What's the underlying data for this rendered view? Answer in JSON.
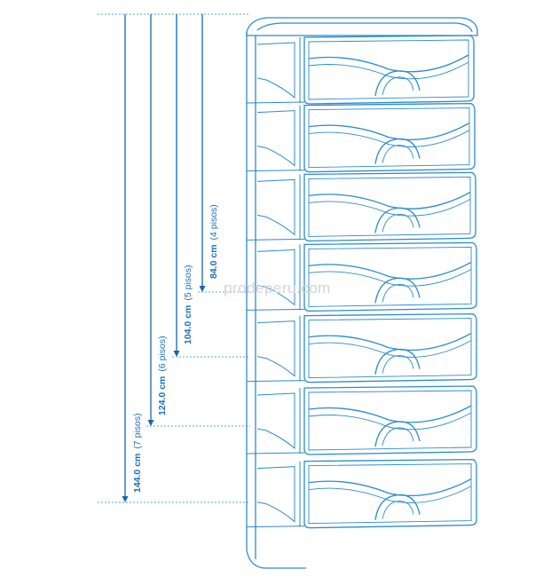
{
  "colors": {
    "line": "#2a8bd0",
    "arrow": "#1565b0",
    "dotted": "#5aa6dd",
    "text": "#1a6fb8"
  },
  "watermark": "prodeperu.com",
  "dimensions": [
    {
      "value": "144.0 cm",
      "floors": "(7 pisos)"
    },
    {
      "value": "124.0 cm",
      "floors": "(6 pisos)"
    },
    {
      "value": "104.0 cm",
      "floors": "(5 pisos)"
    },
    {
      "value": "84.0 cm",
      "floors": "(4 pisos)"
    }
  ],
  "drawer_count": 7
}
